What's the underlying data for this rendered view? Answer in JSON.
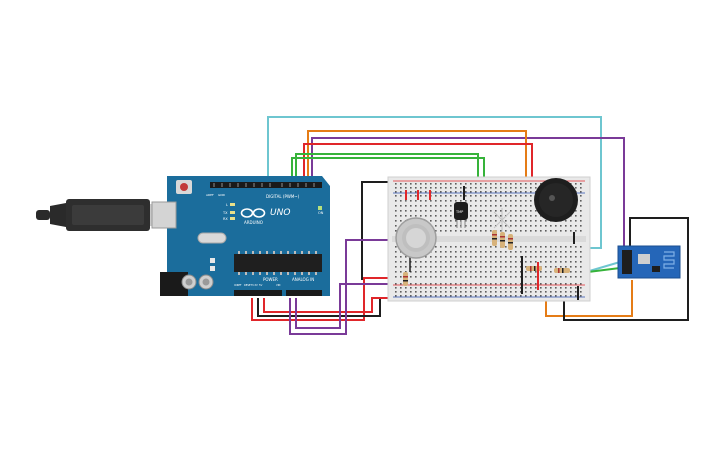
{
  "canvas": {
    "background": "#ffffff"
  },
  "arduino": {
    "brand": "UNO",
    "digital_label": "DIGITAL (PWM~)",
    "power_label": "POWER",
    "analog_label": "ANALOG IN",
    "on_label": "ON",
    "tx_label": "TX",
    "rx_label": "RX",
    "l_label": "L",
    "aref_label": "AREF",
    "gnd_label": "GND",
    "ioref_label": "IOREF",
    "reset_label": "RESET",
    "v33_label": "3.3V",
    "v5_label": "5V",
    "vin_label": "VIN",
    "board_color": "#1b6d9c"
  },
  "breadboard": {
    "color": "#e9e9e9"
  },
  "temp_sensor": {
    "label": "TMP"
  },
  "colors": {
    "wire_red": "#e0262a",
    "wire_black": "#1e1e1e",
    "wire_purple": "#7a3a98",
    "wire_orange": "#e57c16",
    "wire_green": "#36b33a",
    "wire_cyan": "#6ec6d0",
    "esp_blue": "#2566b8"
  }
}
